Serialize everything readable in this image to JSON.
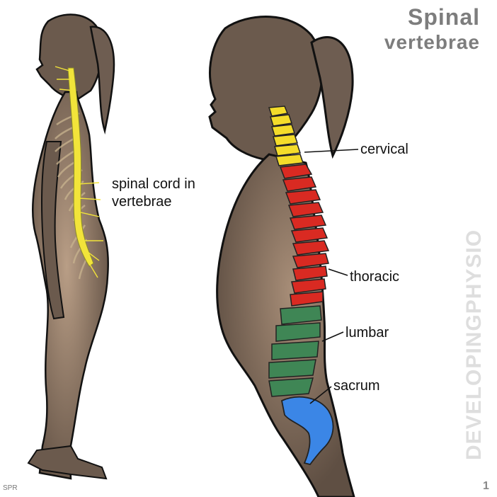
{
  "title": {
    "line1": "Spinal",
    "line2": "vertebrae"
  },
  "labels": {
    "spinal_cord": "spinal cord in vertebrae",
    "cervical": "cervical",
    "thoracic": "thoracic",
    "lumbar": "lumbar",
    "sacrum": "sacrum"
  },
  "watermark": "DEVELOPINGPHYSIO",
  "credit": "SPR",
  "page_number": "1",
  "colors": {
    "body": "#6b5a4d",
    "hair": "#6e5d51",
    "cervical": "#f4dc2a",
    "thoracic": "#d92a22",
    "lumbar": "#3f8655",
    "sacrum": "#3b86e6",
    "spinal_cord": "#f2e43a"
  }
}
